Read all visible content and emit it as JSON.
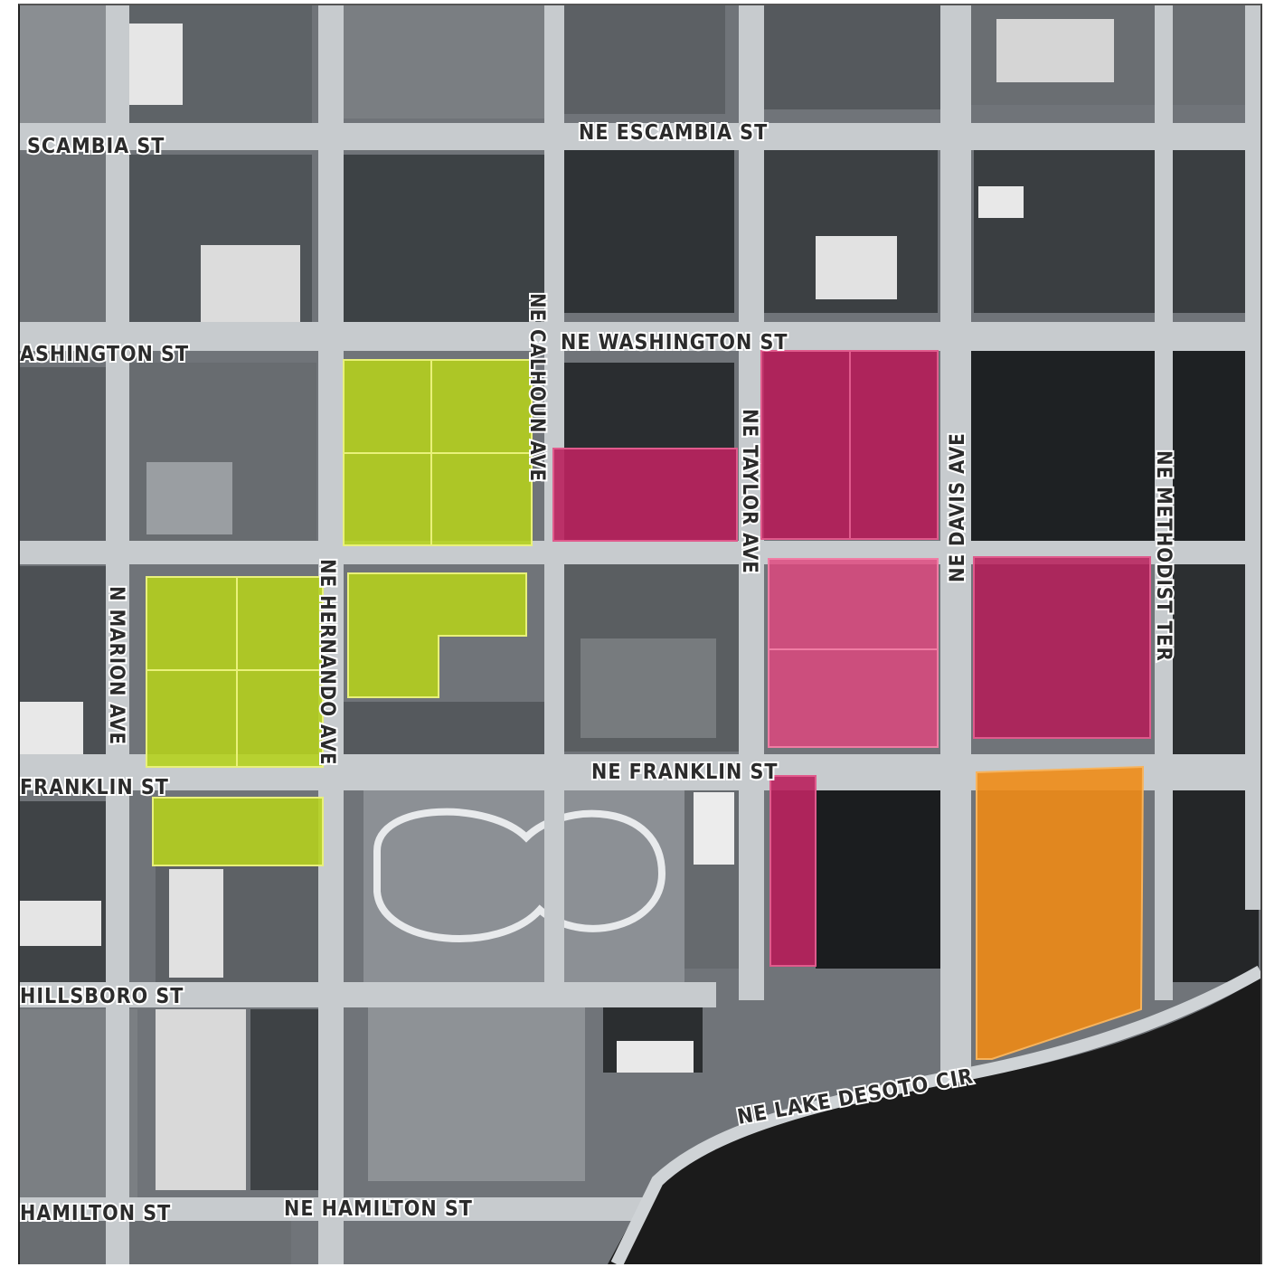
{
  "map": {
    "streets": {
      "escambia_left": "SCAMBIA ST",
      "escambia_main": "NE ESCAMBIA ST",
      "washington_left": "ASHINGTON ST",
      "washington_main": "NE WASHINGTON ST",
      "franklin_left": "FRANKLIN ST",
      "franklin_main": "NE FRANKLIN ST",
      "hillsboro": "HILLSBORO ST",
      "hamilton_left": "HAMILTON ST",
      "hamilton_main": "NE HAMILTON ST",
      "lake_desoto": "NE LAKE DESOTO CIR",
      "marion": "N MARION AVE",
      "hernando": "NE HERNANDO AVE",
      "calhoun": "NE CALHOUN AVE",
      "taylor": "NE TAYLOR AVE",
      "davis": "NE DAVIS AVE",
      "methodist": "NE METHODIST TER"
    },
    "colors": {
      "green_parcel": "#b5d21a",
      "magenta_parcel": "#b81656",
      "pink_parcel": "#e0457e",
      "orange_parcel": "#f08a12",
      "road": "#c9cdd0",
      "lake": "#1c1c1c"
    }
  }
}
